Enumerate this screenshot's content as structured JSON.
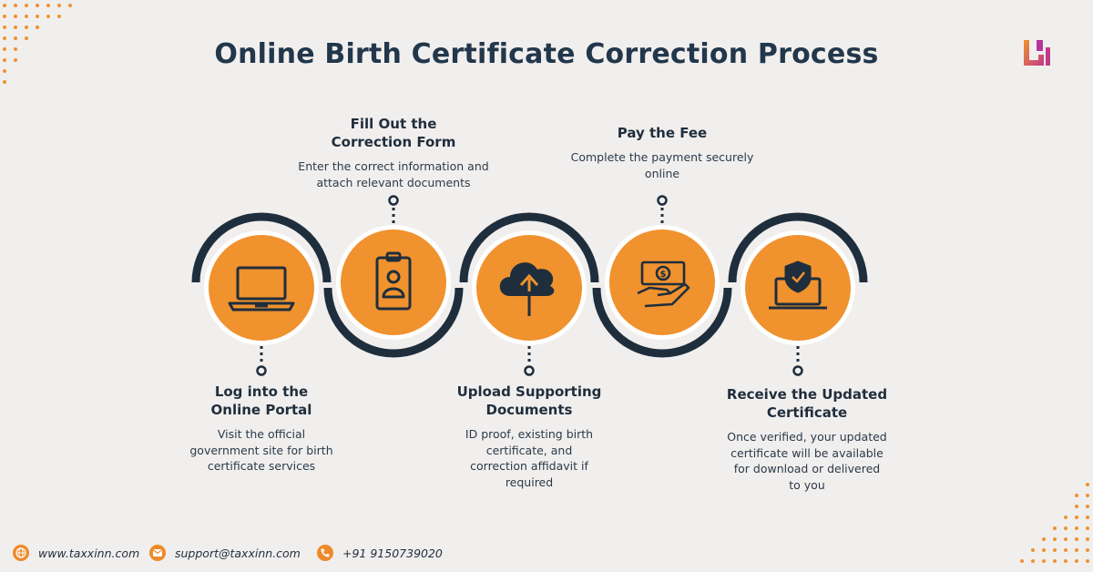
{
  "title": "Online Birth Certificate Correction Process",
  "accent_color": "#f0922e",
  "ring_color": "#1f2e3c",
  "steps": [
    {
      "title_line1": "Log into the",
      "title_line2": "Online Portal",
      "desc_line1": "Visit the official",
      "desc_line2": "government site for birth",
      "desc_line3": "certificate services",
      "icon": "laptop-icon"
    },
    {
      "title_line1": "Fill Out the",
      "title_line2": "Correction Form",
      "desc_line1": "Enter the correct information and",
      "desc_line2": "attach relevant documents",
      "icon": "id-badge-icon"
    },
    {
      "title_line1": "Upload Supporting",
      "title_line2": "Documents",
      "desc_line1": "ID proof, existing birth",
      "desc_line2": "certificate, and",
      "desc_line3": "correction affidavit if",
      "desc_line4": "required",
      "icon": "cloud-upload-icon"
    },
    {
      "title_line1": "Pay the Fee",
      "desc_line1": "Complete the payment securely",
      "desc_line2": "online",
      "icon": "cash-payment-icon"
    },
    {
      "title_line1": "Receive the Updated",
      "title_line2": "Certificate",
      "desc_line1": "Once verified, your updated",
      "desc_line2": "certificate will be available",
      "desc_line3": "for download or delivered",
      "desc_line4": "to you",
      "icon": "verified-laptop-icon"
    }
  ],
  "footer": {
    "website": "www.taxxinn.com",
    "email": "support@taxxinn.com",
    "phone": "+91 9150739020"
  }
}
